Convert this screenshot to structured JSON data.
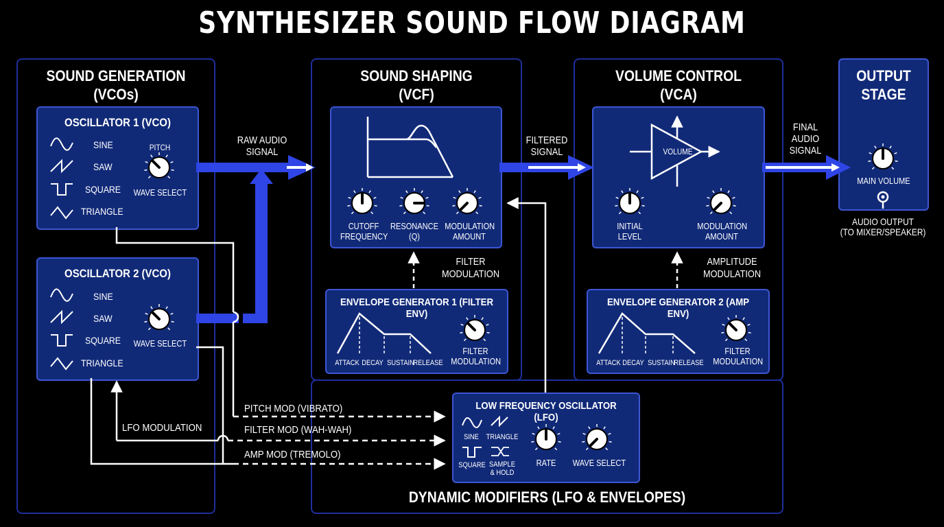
{
  "title": "SYNTHESIZER SOUND FLOW DIAGRAM",
  "colors": {
    "panel": "#112a78",
    "panel_border": "#3d56d4",
    "section_border": "#1e2f9c",
    "signal": "#2f45e6"
  },
  "sections": {
    "generation": {
      "title_line1": "SOUND GENERATION",
      "title_line2": "(VCOs)"
    },
    "shaping": {
      "title_line1": "SOUND SHAPING",
      "title_line2": "(VCF)"
    },
    "volume": {
      "title_line1": "VOLUME CONTROL",
      "title_line2": "(VCA)"
    },
    "output": {
      "title_line1": "OUTPUT",
      "title_line2": "STAGE"
    },
    "modifiers": {
      "title": "DYNAMIC MODIFIERS (LFO & ENVELOPES)"
    }
  },
  "osc1": {
    "title": "OSCILLATOR 1 (VCO)",
    "waves": [
      "SINE",
      "SAW",
      "SQUARE",
      "TRIANGLE"
    ],
    "pitch_label": "PITCH",
    "wave_select_label": "WAVE SELECT"
  },
  "osc2": {
    "title": "OSCILLATOR 2 (VCO)",
    "waves": [
      "SINE",
      "SAW",
      "SQUARE",
      "TRIANGLE"
    ],
    "wave_select_label": "WAVE SELECT"
  },
  "vcf": {
    "knobs": [
      "CUTOFF\nFREQUENCY",
      "RESONANCE\n(Q)",
      "MODULATION\nAMOUNT"
    ]
  },
  "vca": {
    "triangle_label": "VOLUME",
    "knobs": [
      "INITIAL\nLEVEL",
      "MODULATION\nAMOUNT"
    ]
  },
  "output": {
    "main_volume": "MAIN VOLUME",
    "audio_output": "AUDIO OUTPUT\n(TO MIXER/SPEAKER)"
  },
  "env1": {
    "title": "ENVELOPE GENERATOR 1 (FILTER ENV)",
    "stages": [
      "ATTACK",
      "DECAY",
      "SUSTAIN",
      "RELEASE"
    ],
    "knob": "FILTER\nMODULATION"
  },
  "env2": {
    "title": "ENVELOPE GENERATOR 2 (AMP ENV)",
    "stages": [
      "ATTACK",
      "DECAY",
      "SUSTAIN",
      "RELEASE"
    ],
    "knob": "FILTER\nMODULATION"
  },
  "lfo": {
    "title": "LOW FREQUENCY OSCILLATOR (LFO)",
    "waves": [
      "SINE",
      "TRIANGLE",
      "SQUARE",
      "SAMPLE\n& HOLD"
    ],
    "rate": "RATE",
    "wave_select": "WAVE SELECT"
  },
  "flow": {
    "raw_audio": "RAW AUDIO\nSIGNAL",
    "filtered": "FILTERED\nSIGNAL",
    "final_audio": "FINAL\nAUDIO\nSIGNAL",
    "filter_mod": "FILTER\nMODULATION",
    "amp_mod": "AMPLITUDE\nMODULATION",
    "lfo_mod": "LFO MODULATION",
    "pitch_mod": "PITCH MOD (VIBRATO)",
    "filter_mod_wah": "FILTER MOD (WAH-WAH)",
    "amp_mod_tremolo": "AMP MOD (TREMOLO)"
  }
}
